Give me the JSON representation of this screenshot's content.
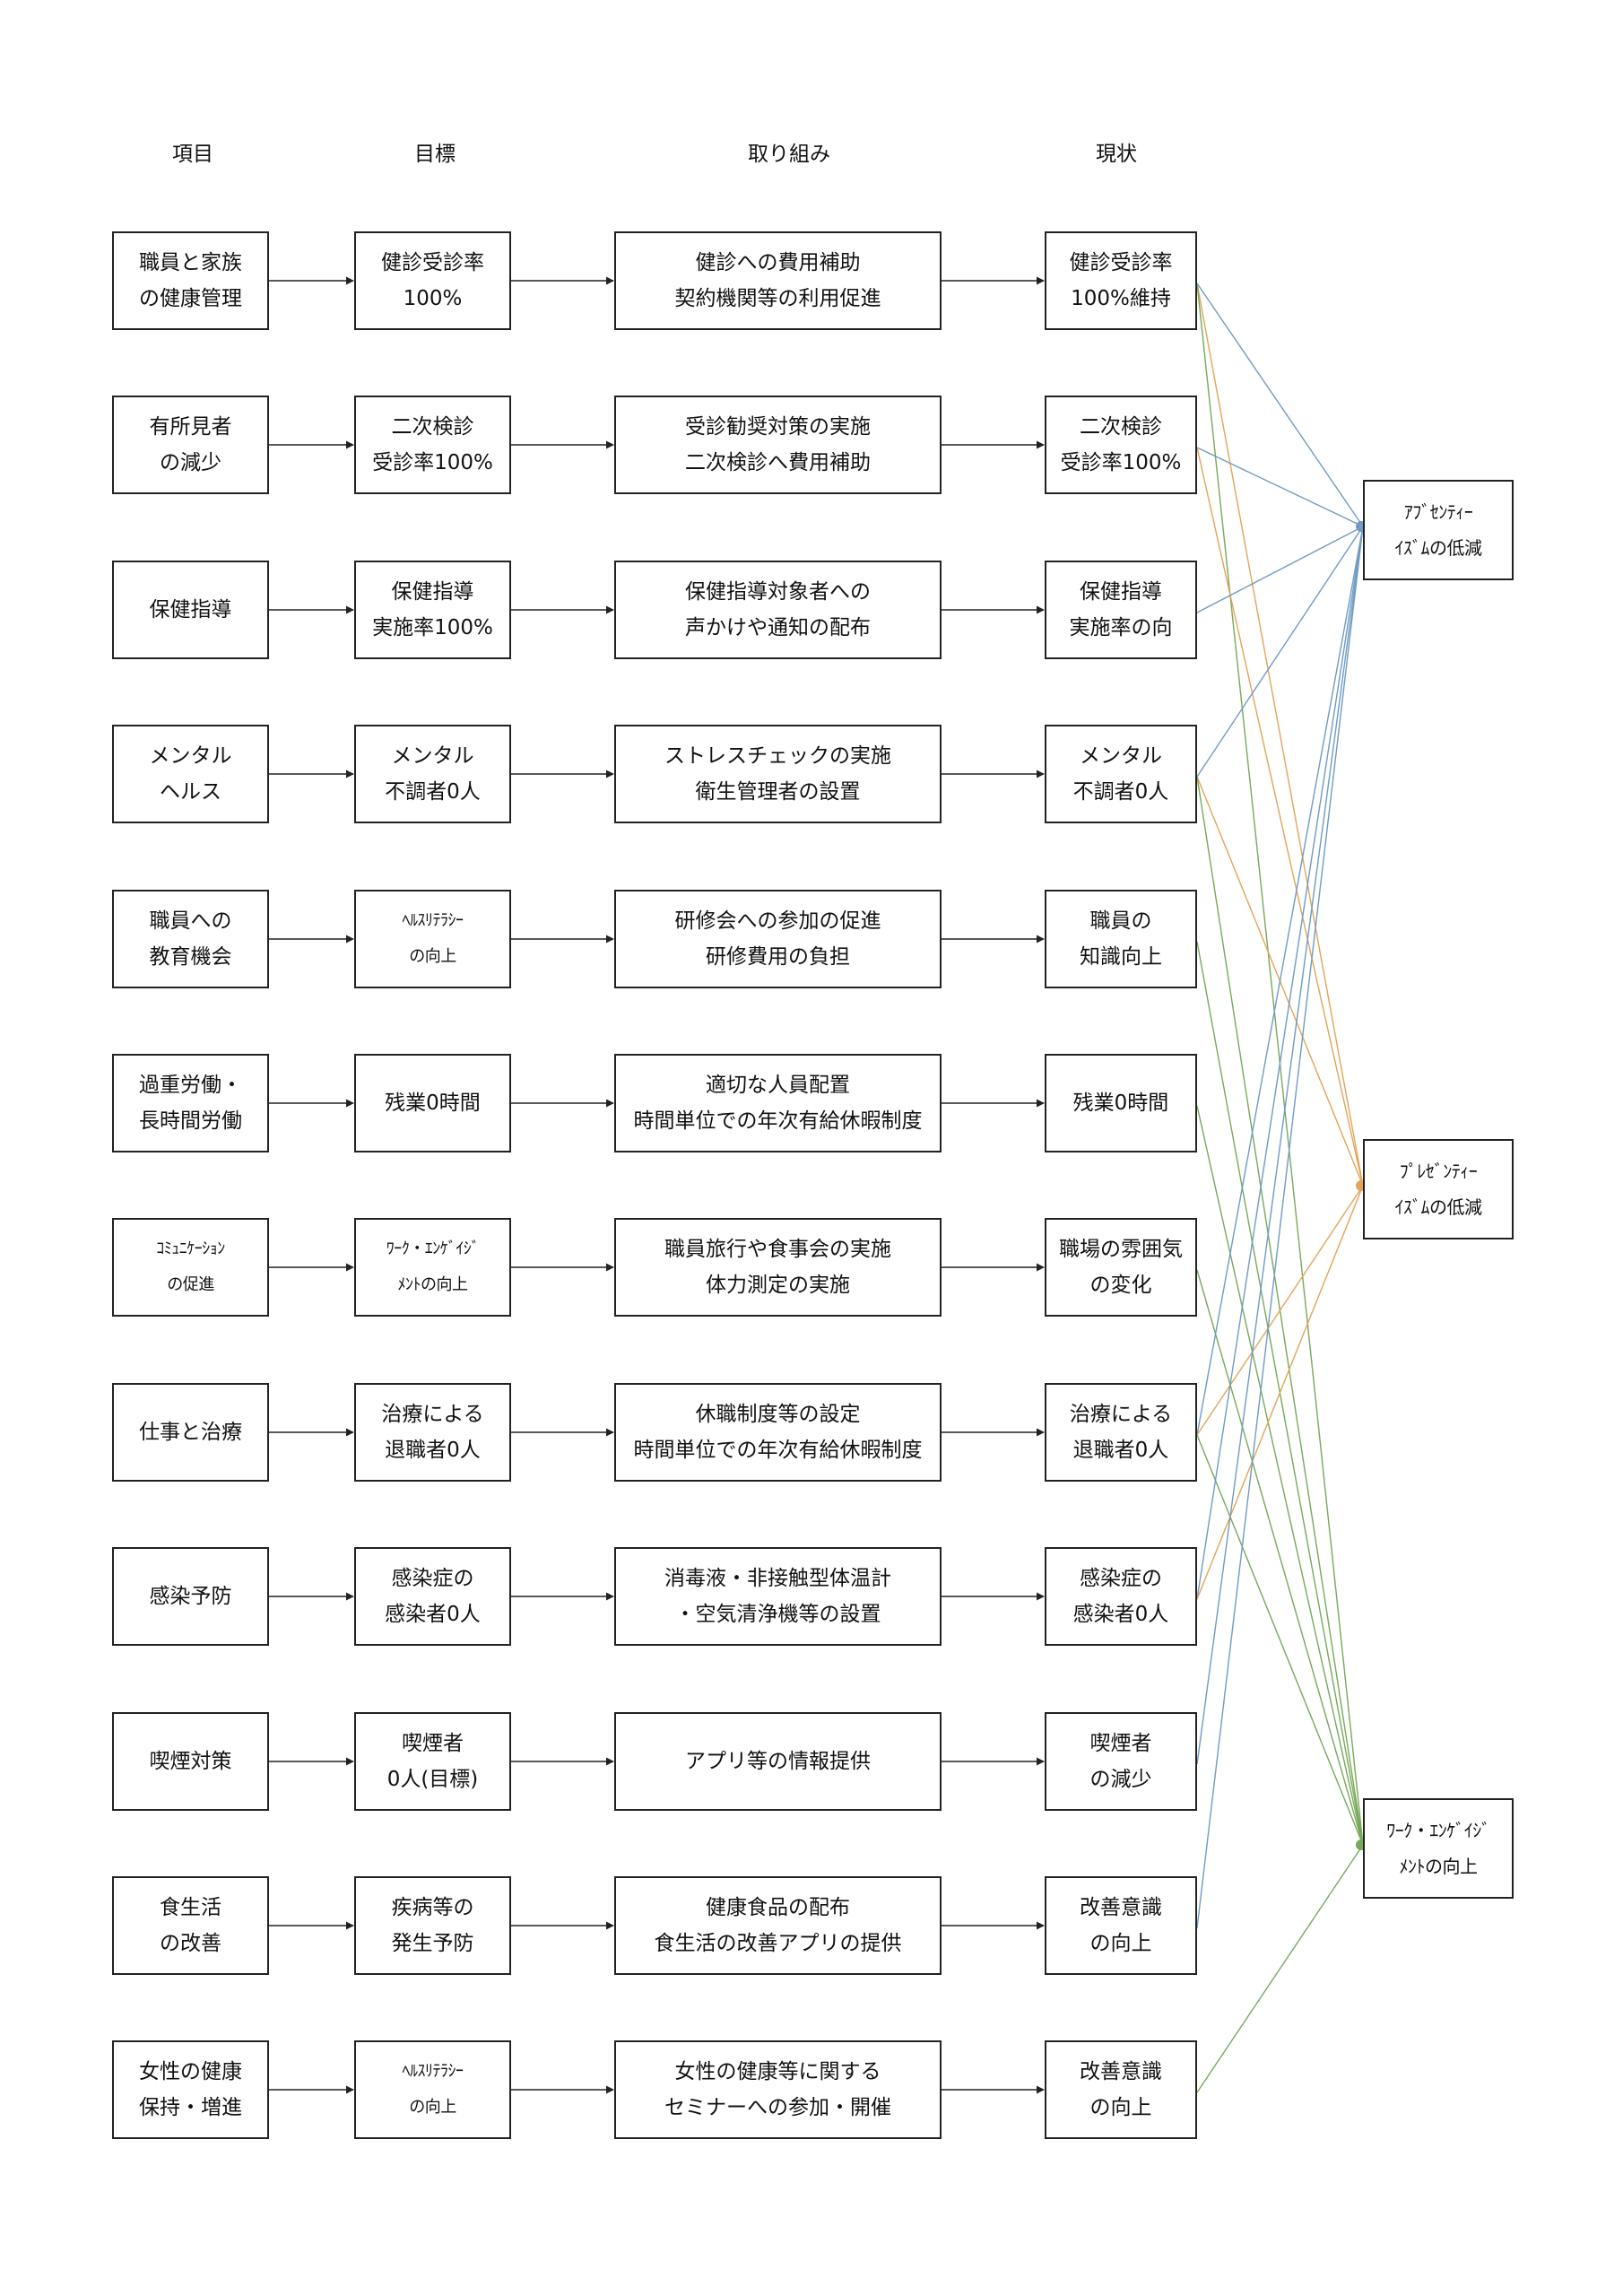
{
  "headers": {
    "item": "項目",
    "goal": "目標",
    "effort": "取り組み",
    "status": "現状"
  },
  "rows": [
    {
      "item": [
        "職員と家族",
        "の健康管理"
      ],
      "goal": [
        "健診受診率",
        "100%"
      ],
      "effort": [
        "健診への費用補助",
        "契約機関等の利用促進"
      ],
      "status": [
        "健診受診率",
        "100%維持"
      ]
    },
    {
      "item": [
        "有所見者",
        "の減少"
      ],
      "goal": [
        "二次検診",
        "受診率100%"
      ],
      "effort": [
        "受診勧奨対策の実施",
        "二次検診へ費用補助"
      ],
      "status": [
        "二次検診",
        "受診率100%"
      ]
    },
    {
      "item": [
        "保健指導"
      ],
      "goal": [
        "保健指導",
        "実施率100%"
      ],
      "effort": [
        "保健指導対象者への",
        "声かけや通知の配布"
      ],
      "status": [
        "保健指導",
        "実施率の向"
      ]
    },
    {
      "item": [
        "メンタル",
        "ヘルス"
      ],
      "goal": [
        "メンタル",
        "不調者0人"
      ],
      "effort": [
        "ストレスチェックの実施",
        "衛生管理者の設置"
      ],
      "status": [
        "メンタル",
        "不調者0人"
      ]
    },
    {
      "item": [
        "職員への",
        "教育機会"
      ],
      "goal": [
        "ﾍﾙｽﾘﾃﾗｼｰ",
        "の向上"
      ],
      "effort": [
        "研修会への参加の促進",
        "研修費用の負担"
      ],
      "status": [
        "職員の",
        "知識向上"
      ]
    },
    {
      "item": [
        "過重労働・",
        "長時間労働"
      ],
      "goal": [
        "残業0時間"
      ],
      "effort": [
        "適切な人員配置",
        "時間単位での年次有給休暇制度"
      ],
      "status": [
        "残業0時間"
      ]
    },
    {
      "item": [
        "ｺﾐｭﾆｹｰｼｮﾝ",
        "の促進"
      ],
      "goal": [
        "ﾜｰｸ・ｴﾝｹﾞｲｼﾞ",
        "ﾒﾝﾄの向上"
      ],
      "effort": [
        "職員旅行や食事会の実施",
        "体力測定の実施"
      ],
      "status": [
        "職場の雰囲気",
        "の変化"
      ]
    },
    {
      "item": [
        "仕事と治療"
      ],
      "goal": [
        "治療による",
        "退職者0人"
      ],
      "effort": [
        "休職制度等の設定",
        "時間単位での年次有給休暇制度"
      ],
      "status": [
        "治療による",
        "退職者0人"
      ]
    },
    {
      "item": [
        "感染予防"
      ],
      "goal": [
        "感染症の",
        "感染者0人"
      ],
      "effort": [
        "消毒液・非接触型体温計",
        "・空気清浄機等の設置"
      ],
      "status": [
        "感染症の",
        "感染者0人"
      ]
    },
    {
      "item": [
        "喫煙対策"
      ],
      "goal": [
        "喫煙者",
        "0人(目標)"
      ],
      "effort": [
        "アプリ等の情報提供"
      ],
      "status": [
        "喫煙者",
        "の減少"
      ]
    },
    {
      "item": [
        "食生活",
        "の改善"
      ],
      "goal": [
        "疾病等の",
        "発生予防"
      ],
      "effort": [
        "健康食品の配布",
        "食生活の改善アプリの提供"
      ],
      "status": [
        "改善意識",
        "の向上"
      ]
    },
    {
      "item": [
        "女性の健康",
        "保持・増進"
      ],
      "goal": [
        "ﾍﾙｽﾘﾃﾗｼｰ",
        "の向上"
      ],
      "effort": [
        "女性の健康等に関する",
        "セミナーへの参加・開催"
      ],
      "status": [
        "改善意識",
        "の向上"
      ]
    }
  ],
  "outcomes": [
    {
      "label": [
        "ｱﾌﾞｾﾝﾃｨｰ",
        "ｲｽﾞﾑの低減"
      ]
    },
    {
      "label": [
        "ﾌﾟﾚｾﾞﾝﾃｨｰ",
        "ｲｽﾞﾑの低減"
      ]
    },
    {
      "label": [
        "ﾜｰｸ・ｴﾝｹﾞｲｼﾞ",
        "ﾒﾝﾄの向上"
      ]
    }
  ],
  "connections": [
    {
      "from": 1,
      "to": 1
    },
    {
      "from": 1,
      "to": 2
    },
    {
      "from": 1,
      "to": 3
    },
    {
      "from": 2,
      "to": 1
    },
    {
      "from": 2,
      "to": 2
    },
    {
      "from": 3,
      "to": 1
    },
    {
      "from": 4,
      "to": 1
    },
    {
      "from": 4,
      "to": 2
    },
    {
      "from": 4,
      "to": 3
    },
    {
      "from": 5,
      "to": 3
    },
    {
      "from": 6,
      "to": 3
    },
    {
      "from": 7,
      "to": 3
    },
    {
      "from": 8,
      "to": 1
    },
    {
      "from": 8,
      "to": 2
    },
    {
      "from": 8,
      "to": 3
    },
    {
      "from": 9,
      "to": 1
    },
    {
      "from": 9,
      "to": 2
    },
    {
      "from": 10,
      "to": 1
    },
    {
      "from": 11,
      "to": 1
    },
    {
      "from": 12,
      "to": 3
    }
  ],
  "colors": {
    "absenteeism": "#6f9bc4",
    "presenteeism": "#e3a457",
    "engagement": "#77a95a",
    "arrow": "#222222"
  }
}
